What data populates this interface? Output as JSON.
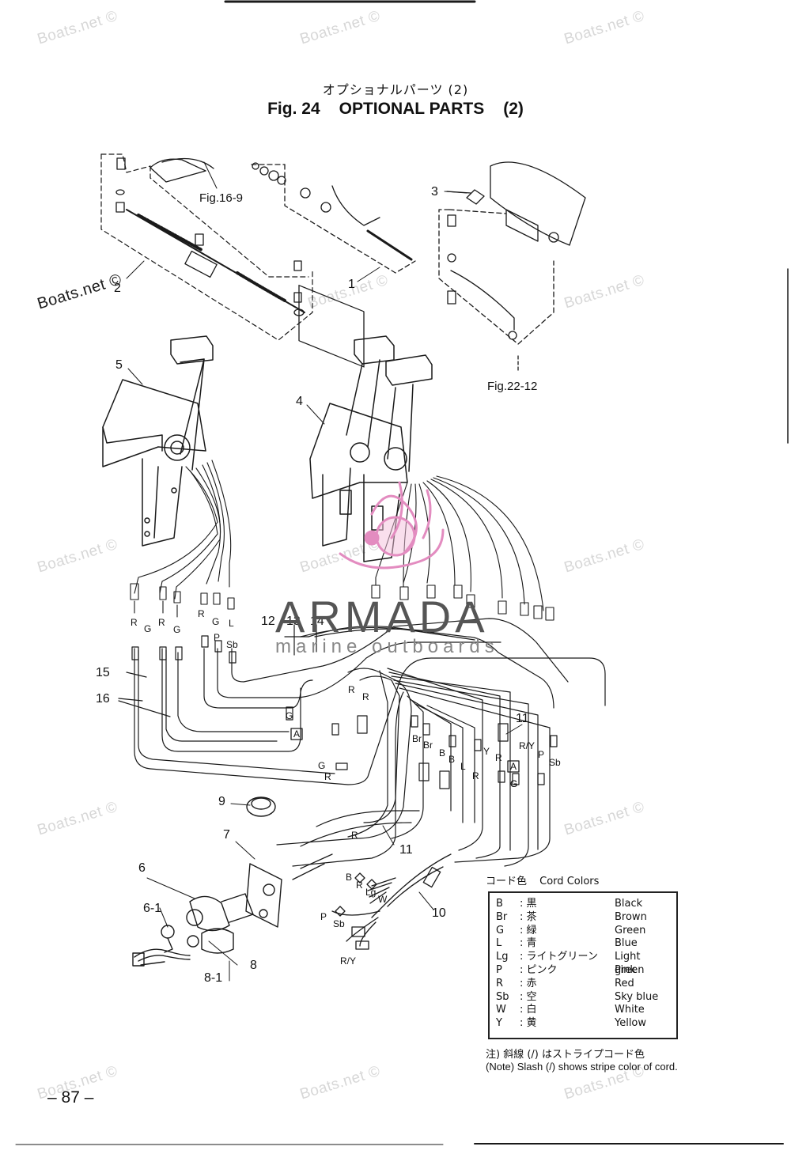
{
  "watermarks": {
    "light": [
      "Boats.net ©",
      "Boats.net ©",
      "Boats.net ©",
      "Boats.net ©",
      "Boats.net ©",
      "Boats.net ©",
      "Boats.net ©",
      "Boats.net ©",
      "Boats.net ©",
      "Boats.net ©",
      "Boats.net ©",
      "Boats.net ©",
      "Boats.net ©"
    ],
    "dark": "Boats.net ©"
  },
  "header": {
    "subtitle_jp": "オプショナルパーツ (2)",
    "fig_number": "Fig. 24",
    "fig_title": "OPTIONAL PARTS",
    "fig_suffix": "(2)"
  },
  "references": {
    "fig_16_9": "Fig.16-9",
    "fig_22_12": "Fig.22-12"
  },
  "callouts": [
    "1",
    "2",
    "3",
    "4",
    "5",
    "6",
    "6-1",
    "7",
    "8",
    "8-1",
    "9",
    "10",
    "11",
    "11",
    "12",
    "13",
    "14",
    "15",
    "16"
  ],
  "wire_labels": {
    "left_group": [
      "R",
      "G",
      "R",
      "G",
      "R",
      "G",
      "P",
      "L",
      "Sb"
    ],
    "middle_group": [
      "R",
      "R",
      "G",
      "A",
      "G",
      "R",
      "R",
      "G"
    ],
    "right_group": [
      "Br",
      "Br",
      "B",
      "B",
      "L",
      "Y",
      "R",
      "R",
      "R/Y",
      "P",
      "Sb",
      "A",
      "G"
    ],
    "harness_group": [
      "B",
      "R",
      "Lg",
      "W",
      "P",
      "Sb",
      "R/Y"
    ]
  },
  "brand_watermark": {
    "name": "ARMADA",
    "tagline": "marine outboards",
    "colors": {
      "logo_pink": "#e38cc0",
      "text_gray": "#555555"
    }
  },
  "legend": {
    "caption_jp": "コード色",
    "caption_en": "Cord Colors",
    "rows": [
      {
        "code": "B",
        "jp": ": 黒",
        "en": "Black"
      },
      {
        "code": "Br",
        "jp": ": 茶",
        "en": "Brown"
      },
      {
        "code": "G",
        "jp": ": 緑",
        "en": "Green"
      },
      {
        "code": "L",
        "jp": ": 青",
        "en": "Blue"
      },
      {
        "code": "Lg",
        "jp": ": ライトグリーン",
        "en": "Light green"
      },
      {
        "code": "P",
        "jp": ": ピンク",
        "en": "Pink"
      },
      {
        "code": "R",
        "jp": ": 赤",
        "en": "Red"
      },
      {
        "code": "Sb",
        "jp": ": 空",
        "en": "Sky blue"
      },
      {
        "code": "W",
        "jp": ": 白",
        "en": "White"
      },
      {
        "code": "Y",
        "jp": ": 黄",
        "en": "Yellow"
      }
    ]
  },
  "notes": {
    "jp": "注) 斜線 (/) はストライプコード色",
    "en": "(Note)   Slash  (/)  shows stripe color of cord."
  },
  "page_number": "– 87 –"
}
